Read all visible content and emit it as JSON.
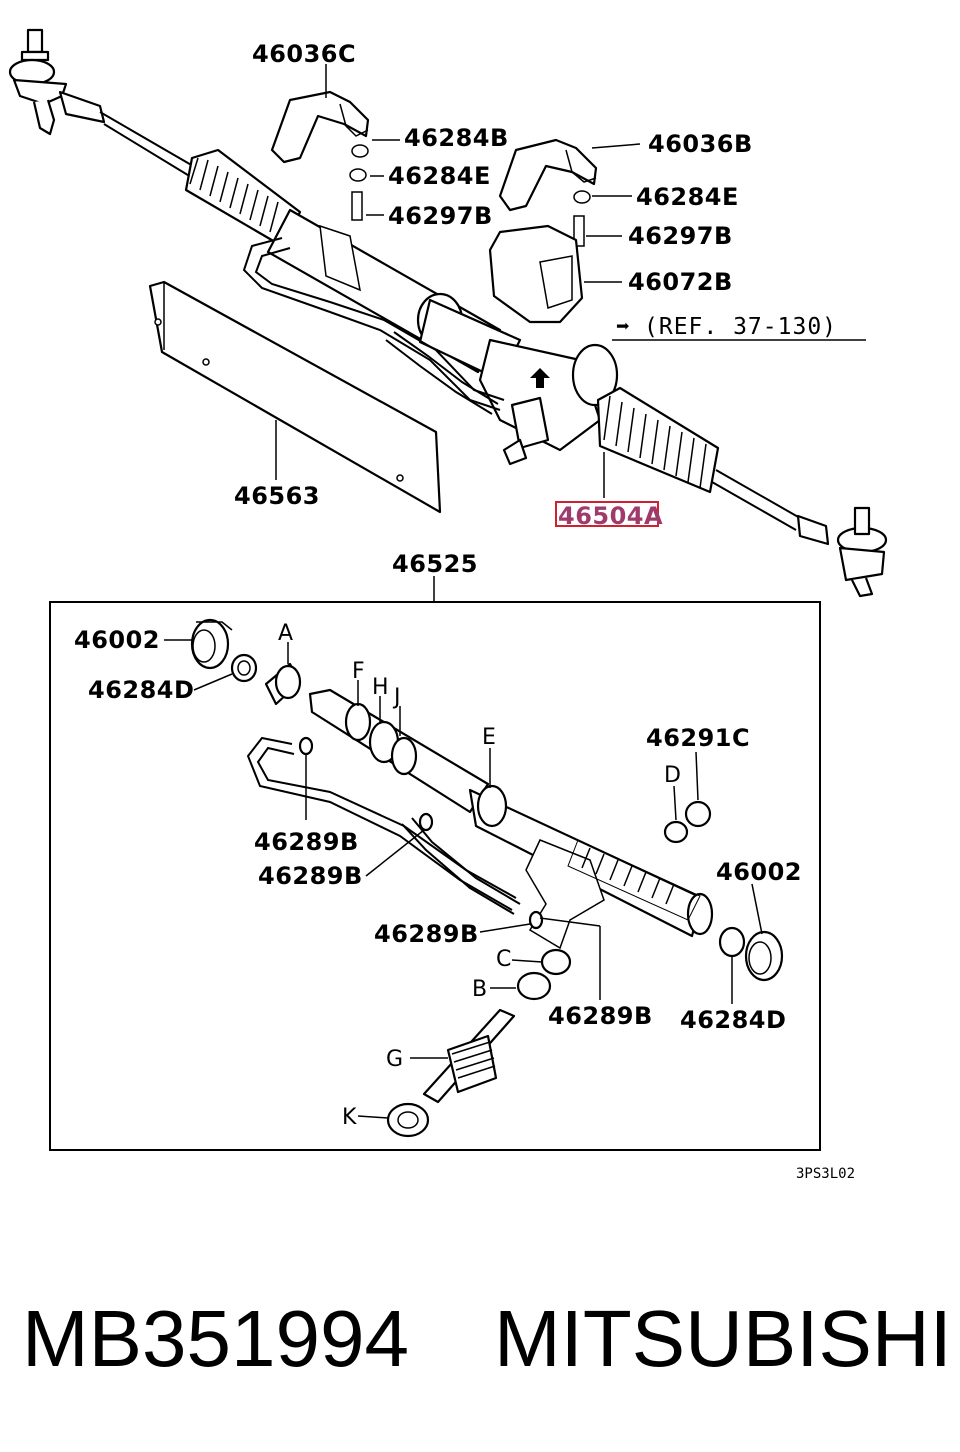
{
  "callouts_top": {
    "bracket_left": "46036C",
    "nut_left": "46284B",
    "washer_left": "46284E",
    "bolt_left": "46297B",
    "bracket_right": "46036B",
    "washer_right": "46284E",
    "bolt_right": "46297B",
    "rubber_mount": "46072B",
    "reference": "(REF. 37-130)",
    "heat_shield": "46563",
    "rack_assembly": "46504A",
    "kit": "46525"
  },
  "callouts_kit": {
    "clamp_left": "46002",
    "ring_left": "46284D",
    "letter_a": "A",
    "letter_f": "F",
    "letter_h": "H",
    "letter_j": "J",
    "letter_e": "E",
    "oring_1": "46289B",
    "oring_2": "46289B",
    "oring_3": "46289B",
    "oring_4": "46289B",
    "nut_kit": "46291C",
    "letter_d": "D",
    "clamp_right": "46002",
    "ring_right": "46284D",
    "letter_c": "C",
    "letter_b": "B",
    "letter_g": "G",
    "letter_k": "K"
  },
  "drawing_code": "3PS3L02",
  "footer": {
    "part_number": "MB351994",
    "brand": "MITSUBISHI"
  },
  "highlight_color": "#d1202f"
}
